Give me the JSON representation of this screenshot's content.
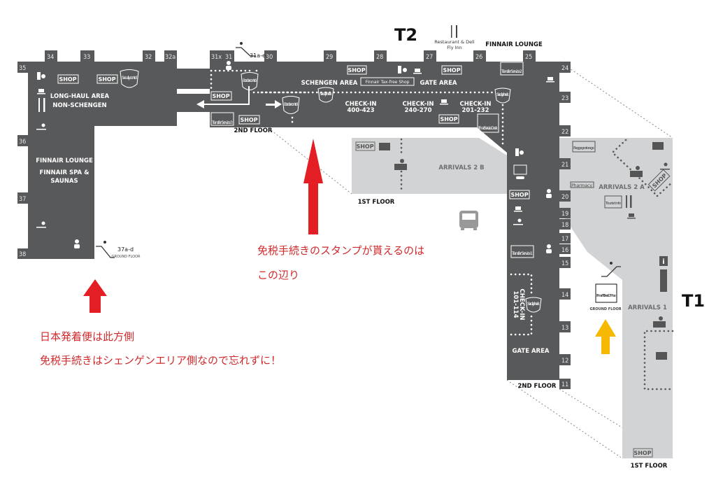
{
  "terminals": {
    "t2": "T2",
    "t1": "T1"
  },
  "colors": {
    "building_2nd_floor": "#58595b",
    "building_1st_floor": "#d1d3d4",
    "annotation_red": "#e31e24",
    "arrow_yellow": "#f6b800"
  },
  "gates_top": [
    "34",
    "33",
    "32",
    "32a",
    "31x",
    "31",
    "30",
    "29",
    "28",
    "27",
    "26",
    "25"
  ],
  "gates_left": [
    "35",
    "36",
    "37",
    "38"
  ],
  "gates_right": [
    "24",
    "23",
    "22",
    "21",
    "20",
    "19",
    "18",
    "17",
    "16",
    "15",
    "14",
    "13",
    "12",
    "11"
  ],
  "escalator_31": "31a-e",
  "escalator_37": {
    "gates": "37a-d",
    "floor": "GROUND FLOOR"
  },
  "areas": {
    "long_haul_1": "LONG-HAUL AREA",
    "long_haul_2": "NON-SCHENGEN",
    "lounge_left": "FINNAIR LOUNGE",
    "spa_1": "FINNAIR SPA &",
    "spa_2": "SAUNAS",
    "schengen": "SCHENGEN AREA",
    "gate_area_top": "GATE AREA",
    "gate_area_pier": "GATE AREA",
    "arrivals_2b": "ARRIVALS 2 B",
    "arrivals_2a": "ARRIVALS 2 A",
    "arrivals_1": "ARRIVALS 1",
    "finnair_lounge_top": "FINNAIR LOUNGE"
  },
  "checkin": [
    {
      "label": "CHECK-IN",
      "range": "400-423"
    },
    {
      "label": "CHECK-IN",
      "range": "240-270"
    },
    {
      "label": "CHECK-IN",
      "range": "201-232"
    },
    {
      "label": "CHECK-IN",
      "range": "101-114"
    }
  ],
  "floors": {
    "second_a": "2ND FLOOR",
    "second_b": "2ND FLOOR",
    "first_a": "1ST FLOOR",
    "first_b": "1ST FLOOR",
    "ground": "GROUND FLOOR"
  },
  "labels": {
    "shop": "SHOP",
    "security_control": "Security control",
    "border_control": "Border control",
    "security_check": "Security check",
    "tax_free": "Finnair Tax-free Shop",
    "transfer_1": "Transfer Service 1",
    "transfer_2": "Transfer Service 2",
    "transfer_3": "Transfer Service 3",
    "service_desk": "Finnair Service Desk",
    "restaurant_1": "Restaurant & Deli",
    "restaurant_2": "Fly Inn",
    "baggage_storage": "Baggage storage",
    "pharmacy": "Pharmacy",
    "tourist_info": "Tourist info",
    "ticket_office": "Finnair Ticket Office"
  },
  "annotations": {
    "stamp_line1": "免税手続きのスタンプが貰えるのは",
    "stamp_line2": "この辺り",
    "japan_line1": "日本発着便は此方側",
    "japan_line2": "免税手続きはシェンゲンエリア側なので忘れずに！"
  }
}
